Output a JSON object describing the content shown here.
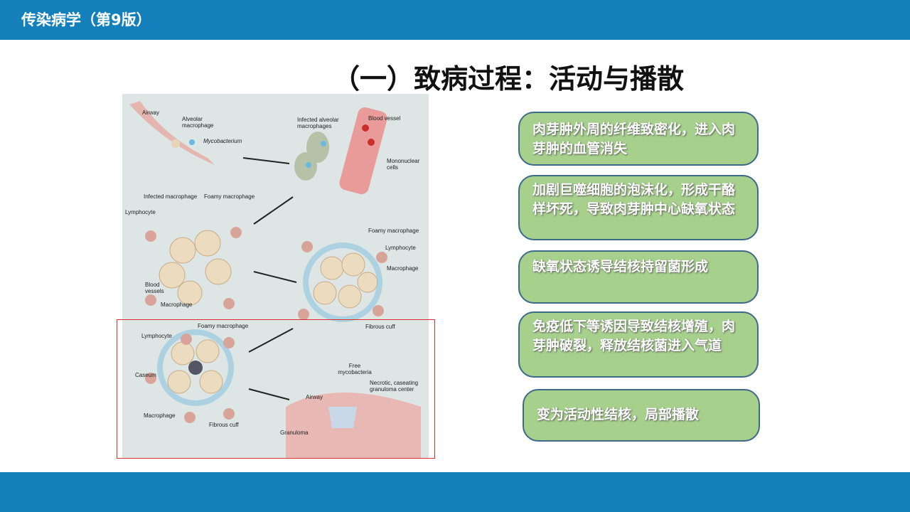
{
  "header": {
    "course_title": "传染病学（第9版）"
  },
  "slide": {
    "title": "（一）致病过程：活动与播散"
  },
  "figure": {
    "labels": {
      "airway": "Airway",
      "alveolar_macrophage": "Alveolar macrophage",
      "mycobacterium": "Mycobacterium",
      "infected_alveolar": "Infected alveolar macrophages",
      "blood_vessel": "Blood vessel",
      "mononuclear": "Mononuclear cells",
      "infected_macrophage": "Infected macrophage",
      "foamy_macrophage_1": "Foamy macrophage",
      "lymphocyte_1": "Lymphocyte",
      "blood_vessels": "Blood vessels",
      "macrophage_1": "Macrophage",
      "foamy_macrophage_2": "Foamy macrophage",
      "lymphocyte_2": "Lymphocyte",
      "macrophage_2": "Macrophage",
      "fibrous_cuff_1": "Fibrous cuff",
      "lymphocyte_3": "Lymphocyte",
      "foamy_macrophage_3": "Foamy macrophage",
      "caseum": "Caseum",
      "macrophage_3": "Macrophage",
      "fibrous_cuff_2": "Fibrous cuff",
      "free_myco": "Free mycobacteria",
      "airway_2": "Airway",
      "necrotic": "Necrotic, caseating granuloma center",
      "granuloma": "Granuloma"
    }
  },
  "steps": [
    "肉芽肿外周的纤维致密化，进入肉芽肿的血管消失",
    "加剧巨噬细胞的泡沫化，形成干酪样坏死，导致肉芽肿中心缺氧状态",
    "缺氧状态诱导结核持留菌形成",
    "免疫低下等诱因导致结核增殖，肉芽肿破裂，释放结核菌进入气道",
    "变为活动性结核，局部播散"
  ],
  "colors": {
    "bar": "#1380bb",
    "box_fill": "#a6d08c",
    "box_border": "#3e6a8a",
    "highlight": "#d9302c"
  }
}
